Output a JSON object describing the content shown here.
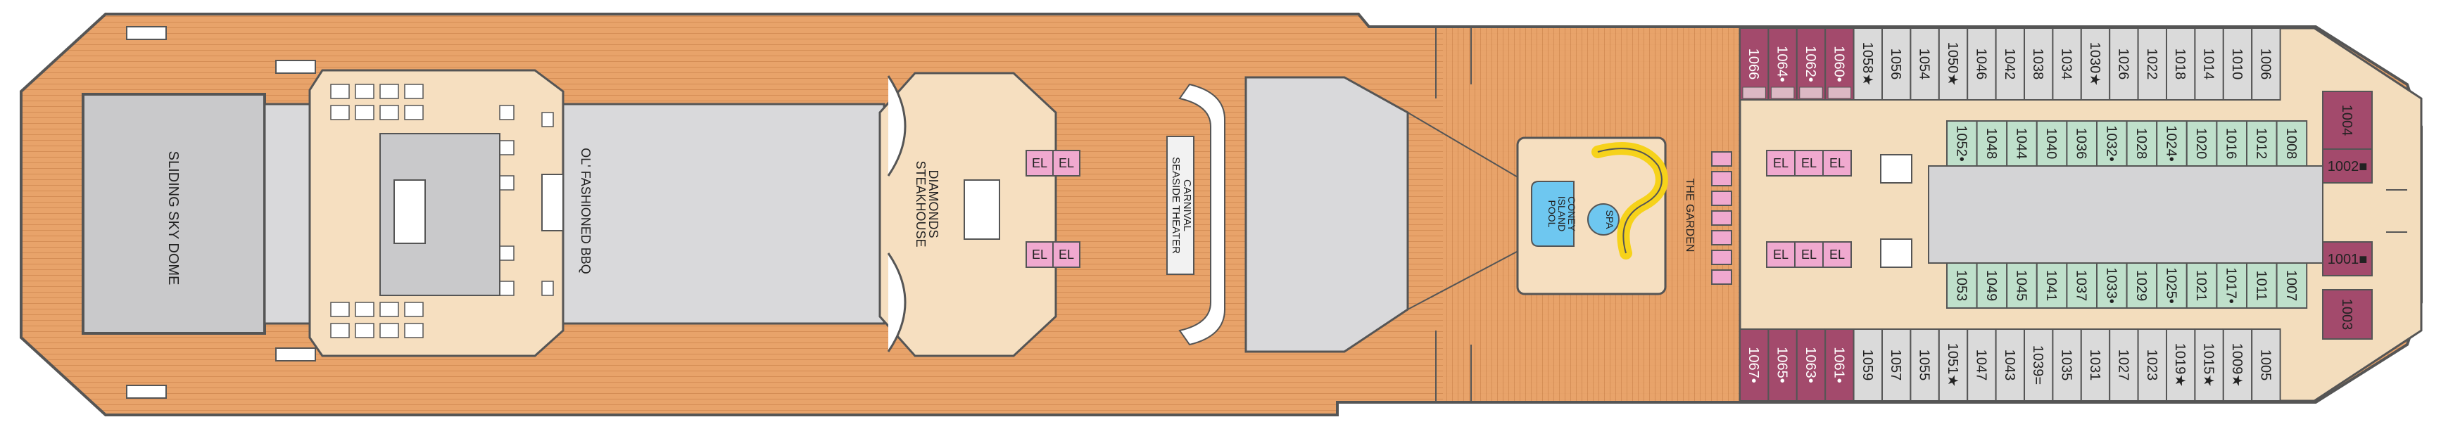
{
  "labels": {
    "sliding_sky_dome": "SLIDING SKY DOME",
    "bbq": "OL' FASHIONED BBQ",
    "steakhouse_1": "DIAMONDS",
    "steakhouse_2": "STEAKHOUSE",
    "theater_1": "CARNIVAL",
    "theater_2": "SEASIDE THEATER",
    "pool_1": "CONEY",
    "pool_2": "ISLAND",
    "pool_3": "POOL",
    "spa": "SPA",
    "garden": "THE GARDEN",
    "elevator": "EL"
  },
  "colors": {
    "wood": "#e8a36a",
    "hull_outline": "#555555",
    "dome_gray": "#c9c9cb",
    "dome_inner": "#d9d9db",
    "beige": "#f6dfc0",
    "corridor": "#d4d4d6",
    "pink_suite": "#a34a6c",
    "pink_light": "#dcb8c4",
    "gray_cabin": "#dadada",
    "green_cabin": "#bfe0cb",
    "cream": "#f3ddbd",
    "elevator_pink": "#f0a9cf",
    "pool_blue": "#6ec7f0",
    "slide_yellow": "#f6d21a"
  },
  "cabins": {
    "top_row": [
      {
        "n": "1066",
        "t": "suite"
      },
      {
        "n": "1064",
        "t": "suite",
        "s": "•"
      },
      {
        "n": "1062",
        "t": "suite",
        "s": "•"
      },
      {
        "n": "1060",
        "t": "suite",
        "s": "•"
      },
      {
        "n": "1058",
        "t": "std",
        "s": "★"
      },
      {
        "n": "1056",
        "t": "std"
      },
      {
        "n": "1054",
        "t": "std"
      },
      {
        "n": "1050",
        "t": "std",
        "s": "★"
      },
      {
        "n": "1046",
        "t": "std"
      },
      {
        "n": "1042",
        "t": "std"
      },
      {
        "n": "1038",
        "t": "std"
      },
      {
        "n": "1034",
        "t": "std"
      },
      {
        "n": "1030",
        "t": "std",
        "s": "★"
      },
      {
        "n": "1026",
        "t": "std"
      },
      {
        "n": "1022",
        "t": "std"
      },
      {
        "n": "1018",
        "t": "std"
      },
      {
        "n": "1014",
        "t": "std"
      },
      {
        "n": "1010",
        "t": "std"
      },
      {
        "n": "1006",
        "t": "std"
      }
    ],
    "inner_top": [
      {
        "n": "1052",
        "s": "•"
      },
      {
        "n": "1048"
      },
      {
        "n": "1044"
      },
      {
        "n": "1040"
      },
      {
        "n": "1036"
      },
      {
        "n": "1032",
        "s": "•"
      },
      {
        "n": "1028"
      },
      {
        "n": "1024",
        "s": "•"
      },
      {
        "n": "1020"
      },
      {
        "n": "1016"
      },
      {
        "n": "1012"
      },
      {
        "n": "1008"
      }
    ],
    "inner_bottom": [
      {
        "n": "1053"
      },
      {
        "n": "1049"
      },
      {
        "n": "1045"
      },
      {
        "n": "1041"
      },
      {
        "n": "1037"
      },
      {
        "n": "1033",
        "s": "•"
      },
      {
        "n": "1029"
      },
      {
        "n": "1025",
        "s": "•"
      },
      {
        "n": "1021"
      },
      {
        "n": "1017",
        "s": "•"
      },
      {
        "n": "1011"
      },
      {
        "n": "1007"
      }
    ],
    "bottom_row": [
      {
        "n": "1067",
        "t": "suite",
        "s": "•"
      },
      {
        "n": "1065",
        "t": "suite",
        "s": "•"
      },
      {
        "n": "1063",
        "t": "suite",
        "s": "•"
      },
      {
        "n": "1061",
        "t": "suite",
        "s": "•"
      },
      {
        "n": "1059",
        "t": "std"
      },
      {
        "n": "1057",
        "t": "std"
      },
      {
        "n": "1055",
        "t": "std"
      },
      {
        "n": "1051",
        "t": "std",
        "s": "★"
      },
      {
        "n": "1047",
        "t": "std"
      },
      {
        "n": "1043",
        "t": "std"
      },
      {
        "n": "1039",
        "t": "std",
        "s": "="
      },
      {
        "n": "1035",
        "t": "std"
      },
      {
        "n": "1031",
        "t": "std"
      },
      {
        "n": "1027",
        "t": "std"
      },
      {
        "n": "1023",
        "t": "std"
      },
      {
        "n": "1019",
        "t": "std",
        "s": "★"
      },
      {
        "n": "1015",
        "t": "std",
        "s": "★"
      },
      {
        "n": "1009",
        "t": "std",
        "s": "★"
      },
      {
        "n": "1005",
        "t": "std"
      }
    ],
    "bow_suites": [
      {
        "n": "1004"
      },
      {
        "n": "1002",
        "s": "■"
      },
      {
        "n": "1001",
        "s": "■"
      },
      {
        "n": "1003"
      }
    ]
  }
}
